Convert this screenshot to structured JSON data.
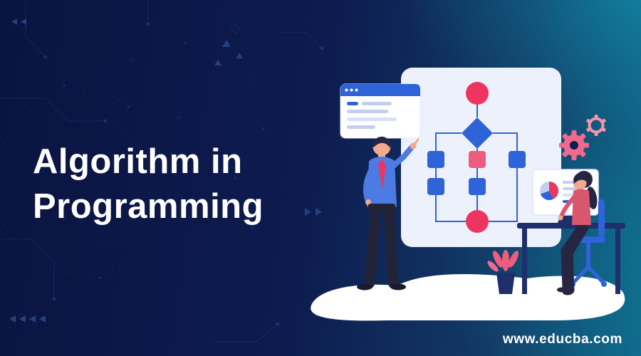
{
  "title": {
    "line1": "Algorithm in",
    "line2": "Programming"
  },
  "footer": {
    "url": "www.educba.com"
  },
  "illustration": {
    "scene": "man presenting a flowchart on a whiteboard, browser window card, gears, woman working at a desk with a pie-chart monitor, plant"
  },
  "colors": {
    "bg_deep": "#0a1440",
    "bg_mid": "#0e1c52",
    "teal_glow": "#10688a",
    "accent_red": "#ee3560",
    "accent_pink": "#ef5d7e",
    "accent_blue": "#2f63d8",
    "shirt_blue": "#4c7be3",
    "board_bg": "#edf1fc",
    "skeleton": "#c3cff0",
    "skeleton_light": "#d9e1f8",
    "dark_ink": "#232338",
    "hair_dark": "#262640",
    "skin": "#f2a98c",
    "navy_furniture": "#1e2f6b",
    "gear_pink": "#ef6a8d",
    "gear_pink_light": "#f494ad",
    "decor_blue": "#3d5cae",
    "triangle_blue": "#24407e",
    "woman_top": "#d9566f",
    "white": "#ffffff"
  }
}
